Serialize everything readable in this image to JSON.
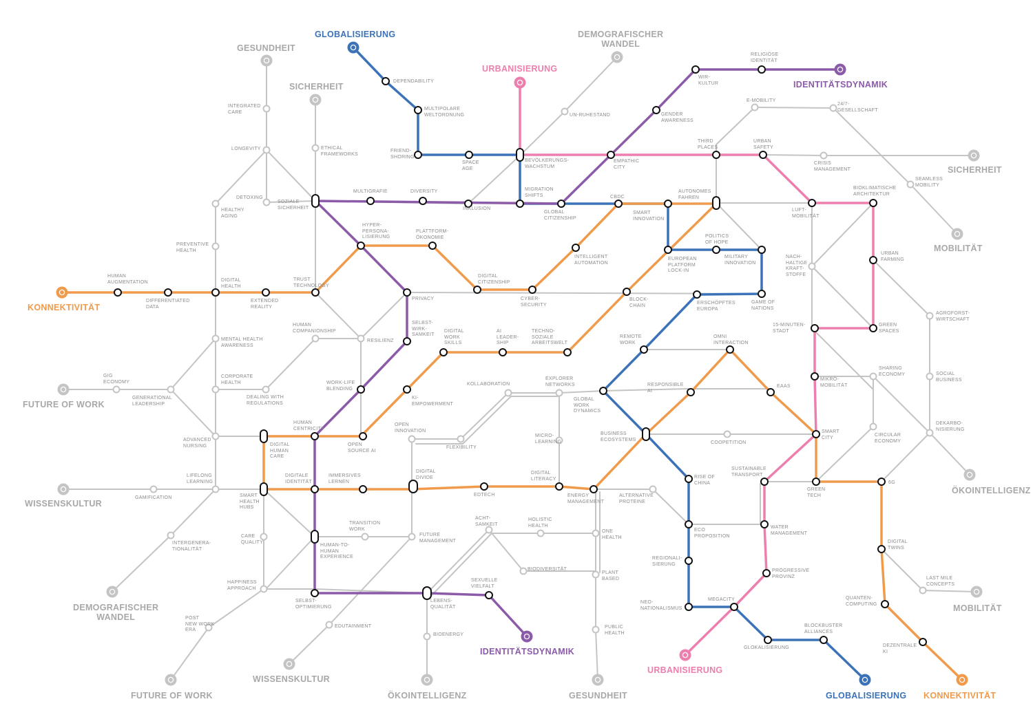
{
  "colors": {
    "globalisierung": "#3b72b8",
    "urbanisierung": "#ec7fae",
    "identitaetsdynamik": "#8b5aa8",
    "konnektivitaet": "#f09a4b",
    "grey": "#c4c4c4",
    "grey_text": "#8a8a8a"
  },
  "termini": [
    {
      "id": "glob-top",
      "label": "GLOBALISIERUNG",
      "color": "globalisierung",
      "icon": "globe-icon"
    },
    {
      "id": "urb-top",
      "label": "URBANISIERUNG",
      "color": "urbanisierung",
      "icon": "city-icon"
    },
    {
      "id": "ident-top",
      "label": "IDENTITÄTSDYNAMIK",
      "color": "identitaetsdynamik",
      "icon": "person-icon"
    },
    {
      "id": "konn-left",
      "label": "KONNEKTIVITÄT",
      "color": "konnektivitaet",
      "icon": "network-icon"
    },
    {
      "id": "ident-bottom",
      "label": "IDENTITÄTSDYNAMIK",
      "color": "identitaetsdynamik",
      "icon": "person-icon"
    },
    {
      "id": "urb-bottom",
      "label": "URBANISIERUNG",
      "color": "urbanisierung",
      "icon": "city-icon"
    },
    {
      "id": "glob-bottom",
      "label": "GLOBALISIERUNG",
      "color": "globalisierung",
      "icon": "globe-icon"
    },
    {
      "id": "konn-bottom",
      "label": "KONNEKTIVITÄT",
      "color": "konnektivitaet",
      "icon": "network-icon"
    },
    {
      "id": "gesund-top",
      "label": "GESUNDHEIT",
      "color": "grey",
      "icon": "health-icon"
    },
    {
      "id": "demo-top",
      "label": "DEMOGRAFISCHER\nWANDEL",
      "color": "grey",
      "icon": "elder-icon"
    },
    {
      "id": "sich-top",
      "label": "SICHERHEIT",
      "color": "grey",
      "icon": "lock-icon"
    },
    {
      "id": "sich-right",
      "label": "SICHERHEIT",
      "color": "grey",
      "icon": "lock-icon"
    },
    {
      "id": "mob-right",
      "label": "MOBILITÄT",
      "color": "grey",
      "icon": "bike-icon"
    },
    {
      "id": "oeko-right",
      "label": "ÖKOINTELLIGENZ",
      "color": "grey",
      "icon": "turbine-icon"
    },
    {
      "id": "mob-bottom",
      "label": "MOBILITÄT",
      "color": "grey",
      "icon": "bike-icon"
    },
    {
      "id": "fow-left",
      "label": "FUTURE OF WORK",
      "color": "grey",
      "icon": "laptop-icon"
    },
    {
      "id": "wiss-left",
      "label": "WISSENSKULTUR",
      "color": "grey",
      "icon": "screen-icon"
    },
    {
      "id": "demo-left",
      "label": "DEMOGRAFISCHER\nWANDEL",
      "color": "grey",
      "icon": "elder-icon"
    },
    {
      "id": "fow-bottom",
      "label": "FUTURE OF WORK",
      "color": "grey",
      "icon": "laptop-icon"
    },
    {
      "id": "wiss-bottom",
      "label": "WISSENSKULTUR",
      "color": "grey",
      "icon": "screen-icon"
    },
    {
      "id": "oeko-bottom",
      "label": "ÖKOINTELLIGENZ",
      "color": "grey",
      "icon": "turbine-icon"
    },
    {
      "id": "gesund-bottom",
      "label": "GESUNDHEIT",
      "color": "grey",
      "icon": "health-icon"
    }
  ],
  "stations": [
    {
      "id": "dependability",
      "label": "DEPENDABILITY"
    },
    {
      "id": "multipolar",
      "label": "MULTIPOLARE\nWELTORDNUNG"
    },
    {
      "id": "friendshoring",
      "label": "FRIEND-\nSHORING"
    },
    {
      "id": "spaceage",
      "label": "SPACE\nAGE"
    },
    {
      "id": "bevoelkerung",
      "label": "BEVÖLKERUNGS-\nWACHSTUM"
    },
    {
      "id": "migration",
      "label": "MIGRATION\nSHIFTS"
    },
    {
      "id": "globalcitizen",
      "label": "GLOBAL\nCITIZENSHIP"
    },
    {
      "id": "empathic",
      "label": "EMPATHIC\nCITY"
    },
    {
      "id": "gender",
      "label": "GENDER\nAWARENESS"
    },
    {
      "id": "wirkultur",
      "label": "WIR-\nKULTUR"
    },
    {
      "id": "religioese",
      "label": "RELIGIÖSE\nIDENTITÄT"
    },
    {
      "id": "unruhestand",
      "label": "UN-RUHESTAND"
    },
    {
      "id": "inklusion",
      "label": "INKLUSION"
    },
    {
      "id": "diversity",
      "label": "DIVERSITY"
    },
    {
      "id": "multigrafie",
      "label": "MULTIGRAFIE"
    },
    {
      "id": "sozialesich",
      "label": "SOZIALE\nSICHERHEIT"
    },
    {
      "id": "ethical",
      "label": "ETHICAL\nFRAMEWORKS"
    },
    {
      "id": "thirdplaces",
      "label": "THIRD\nPLACES"
    },
    {
      "id": "urbansafety",
      "label": "URBAN\nSAFETY"
    },
    {
      "id": "crisis",
      "label": "CRISIS\nMANAGEMENT"
    },
    {
      "id": "emobility",
      "label": "E-MOBILITY"
    },
    {
      "id": "gesellschaft247",
      "label": "24/7-\nGESELLSCHAFT"
    },
    {
      "id": "seamless",
      "label": "SEAMLESS\nMOBILITY"
    },
    {
      "id": "cbdc",
      "label": "CBDC"
    },
    {
      "id": "autonomes",
      "label": "AUTONOMES\nFAHREN"
    },
    {
      "id": "smartinno",
      "label": "SMART\nINNOVATION"
    },
    {
      "id": "luftmob",
      "label": "LUFT-\nMOBILITÄT"
    },
    {
      "id": "bioklima",
      "label": "BIOKLIMATISCHE\nARCHITEKTUR"
    },
    {
      "id": "politics",
      "label": "POLITICS\nOF HOPE"
    },
    {
      "id": "military",
      "label": "MILITARY\nINNOVATION"
    },
    {
      "id": "european",
      "label": "EUROPEAN\nPLATFORM\nLOCK-IN"
    },
    {
      "id": "gameofnations",
      "label": "GAME OF\nNATIONS"
    },
    {
      "id": "erschoepftes",
      "label": "ERSCHÖPFTES\nEUROPA"
    },
    {
      "id": "blockchain",
      "label": "BLOCK-\nCHAIN"
    },
    {
      "id": "intelligent",
      "label": "INTELLIGENT\nAUTOMATION"
    },
    {
      "id": "cybersec",
      "label": "CYBER-\nSECURITY"
    },
    {
      "id": "digcitizen",
      "label": "DIGITAL\nCITIZENSHIP"
    },
    {
      "id": "plattform",
      "label": "PLATTFORM-\nÖKONOMIE"
    },
    {
      "id": "hyper",
      "label": "HYPER-\nPERSONA-\nLISIERUNG"
    },
    {
      "id": "privacy",
      "label": "PRIVACY"
    },
    {
      "id": "trust",
      "label": "TRUST\nTECHNOLOGY"
    },
    {
      "id": "extreality",
      "label": "EXTENDED\nREALITY"
    },
    {
      "id": "dighealth",
      "label": "DIGITAL\nHEALTH"
    },
    {
      "id": "diffdata",
      "label": "DIFFERENTIATED\nDATA"
    },
    {
      "id": "humanaug",
      "label": "HUMAN\nAUGMENTATION"
    },
    {
      "id": "integrated",
      "label": "INTEGRATED\nCARE"
    },
    {
      "id": "longevity",
      "label": "LONGEVITY"
    },
    {
      "id": "detoxing",
      "label": "DETOXING"
    },
    {
      "id": "healthyaging",
      "label": "HEALTHY\nAGING"
    },
    {
      "id": "preventive",
      "label": "PREVENTIVE\nHEALTH"
    },
    {
      "id": "mentalhealth",
      "label": "MENTAL HEALTH\nAWARENESS"
    },
    {
      "id": "corphealth",
      "label": "CORPORATE\nHEALTH"
    },
    {
      "id": "generational",
      "label": "GENERATIONAL\nLEADERSHIP"
    },
    {
      "id": "gig",
      "label": "GIG\nECONOMY"
    },
    {
      "id": "humancomp",
      "label": "HUMAN\nCOMPANIONSHIP"
    },
    {
      "id": "resilienz",
      "label": "RESILIENZ"
    },
    {
      "id": "dealing",
      "label": "DEALING WITH\nREGULATIONS"
    },
    {
      "id": "selbstwirk",
      "label": "SELBST-\nWIRK-\nSAMKEIT"
    },
    {
      "id": "worklife",
      "label": "WORK-LIFE\nBLENDING"
    },
    {
      "id": "kiempower",
      "label": "KI-\nEMPOWERMENT"
    },
    {
      "id": "digworkskills",
      "label": "DIGITAL\nWORK\nSKILLS"
    },
    {
      "id": "aileader",
      "label": "AI\nLEADER-\nSHIP"
    },
    {
      "id": "technosoz",
      "label": "TECHNO-\nSOZIALE\nARBEITSWELT"
    },
    {
      "id": "remotework",
      "label": "REMOTE\nWORK"
    },
    {
      "id": "omni",
      "label": "OMNI\nINTERACTION"
    },
    {
      "id": "kollab",
      "label": "KOLLABORATION"
    },
    {
      "id": "explorer",
      "label": "EXPLORER\nNETWORKS"
    },
    {
      "id": "globalwork",
      "label": "GLOBAL\nWORK\nDYNAMICS"
    },
    {
      "id": "responsibleai",
      "label": "RESPONSIBLE\nAI"
    },
    {
      "id": "eaas",
      "label": "EAAS"
    },
    {
      "id": "humancentric",
      "label": "HUMAN\nCENTRICITY"
    },
    {
      "id": "opensourceai",
      "label": "OPEN\nSOURCE AI"
    },
    {
      "id": "openinno",
      "label": "OPEN\nINNOVATION"
    },
    {
      "id": "flexibility",
      "label": "FLEXIBILITY"
    },
    {
      "id": "microlearn",
      "label": "MICRO-\nLEARNING"
    },
    {
      "id": "bizeco",
      "label": "BUSINESS\nECOSYSTEMS"
    },
    {
      "id": "coopetition",
      "label": "COOPETITION"
    },
    {
      "id": "digihumancare",
      "label": "DIGITAL\nHUMAN\nCARE"
    },
    {
      "id": "advnursing",
      "label": "ADVANCED\nNURSING"
    },
    {
      "id": "lifelong",
      "label": "LIFELONG\nLEARNING"
    },
    {
      "id": "gamification",
      "label": "GAMIFICATION"
    },
    {
      "id": "smarthealthhubs",
      "label": "SMART\nHEALTH\nHUBS"
    },
    {
      "id": "digidentitaet",
      "label": "DIGITALE\nIDENTITÄT"
    },
    {
      "id": "immersives",
      "label": "IMMERSIVES\nLERNEN"
    },
    {
      "id": "digdivide",
      "label": "DIGITAL\nDIVIDE"
    },
    {
      "id": "edtech",
      "label": "EDTECH"
    },
    {
      "id": "digliteracy",
      "label": "DIGITAL\nLITERACY"
    },
    {
      "id": "energymgmt",
      "label": "ENERGY\nMANAGEMENT"
    },
    {
      "id": "altprotein",
      "label": "ALTERNATIVE\nPROTEINE"
    },
    {
      "id": "riseofchina",
      "label": "RISE OF\nCHINA"
    },
    {
      "id": "sustainable",
      "label": "SUSTAINABLE\nTRANSPORT"
    },
    {
      "id": "greentech",
      "label": "GREEN\nTECH"
    },
    {
      "id": "sixg",
      "label": "6G"
    },
    {
      "id": "smartcity",
      "label": "SMART\nCITY"
    },
    {
      "id": "intergen",
      "label": "INTERGENERA-\nTIONALITÄT"
    },
    {
      "id": "carequality",
      "label": "CARE\nQUALITY"
    },
    {
      "id": "human2human",
      "label": "HUMAN-TO-\nHUMAN\nEXPERIENCE"
    },
    {
      "id": "transition",
      "label": "TRANSITION\nWORK"
    },
    {
      "id": "futuremgmt",
      "label": "FUTURE\nMANAGEMENT"
    },
    {
      "id": "achtsamkeit",
      "label": "ACHT-\nSAMKEIT"
    },
    {
      "id": "holistic",
      "label": "HOLISTIC\nHEALTH"
    },
    {
      "id": "onehealth",
      "label": "ONE\nHEALTH"
    },
    {
      "id": "biodiv",
      "label": "BIODIVERSITÄT"
    },
    {
      "id": "plantbased",
      "label": "PLANT\nBASED"
    },
    {
      "id": "ecoprop",
      "label": "ECO\nPROPOSITION"
    },
    {
      "id": "watermgmt",
      "label": "WATER\nMANAGEMENT"
    },
    {
      "id": "regional",
      "label": "REGIONALI-\nSIERUNG"
    },
    {
      "id": "progressive",
      "label": "PROGRESSIVE\nPROVINZ"
    },
    {
      "id": "happiness",
      "label": "HAPPINESS\nAPPROACH"
    },
    {
      "id": "selbstopt",
      "label": "SELBST-\nOPTIMIERUNG"
    },
    {
      "id": "lebensqual",
      "label": "LEBENS-\nQUALITÄT"
    },
    {
      "id": "sexuelle",
      "label": "SEXUELLE\nVIELFALT"
    },
    {
      "id": "postnewwork",
      "label": "POST\nNEW WORK\nERA"
    },
    {
      "id": "edutainment",
      "label": "EDUTAINMENT"
    },
    {
      "id": "bioenergy",
      "label": "BIOENERGY"
    },
    {
      "id": "publichealth",
      "label": "PUBLIC\nHEALTH"
    },
    {
      "id": "neonational",
      "label": "NEO-\nNATIONALISMUS"
    },
    {
      "id": "megacity",
      "label": "MEGACITY"
    },
    {
      "id": "glokal",
      "label": "GLOKALISIERUNG"
    },
    {
      "id": "blockbuster",
      "label": "BLOCKBUSTER\nALLIANCES"
    },
    {
      "id": "quanten",
      "label": "QUANTEN-\nCOMPUTING"
    },
    {
      "id": "dezentral",
      "label": "DEZENTRALE\nKI"
    },
    {
      "id": "digtwins",
      "label": "DIGITAL\nTWINS"
    },
    {
      "id": "lastmile",
      "label": "LAST MILE\nCONCEPTS"
    },
    {
      "id": "urbanfarming",
      "label": "URBAN\nFARMING"
    },
    {
      "id": "greenspaces",
      "label": "GREEN\nSPACES"
    },
    {
      "id": "minuten15",
      "label": "15-MINUTEN-\nSTADT"
    },
    {
      "id": "mikromob",
      "label": "MIKRO-\nMOBILITÄT"
    },
    {
      "id": "nachhaltig",
      "label": "NACH-\nHALTIGE\nKRAFT-\nSTOFFE"
    },
    {
      "id": "agroforst",
      "label": "AGROFORST-\nWIRTSCHAFT"
    },
    {
      "id": "sharing",
      "label": "SHARING\nECONOMY"
    },
    {
      "id": "socialbiz",
      "label": "SOCIAL\nBUSINESS"
    },
    {
      "id": "circular",
      "label": "CIRCULAR\nECONOMY"
    },
    {
      "id": "dekarbo",
      "label": "DEKARBO-\nNISIERUNG"
    }
  ]
}
